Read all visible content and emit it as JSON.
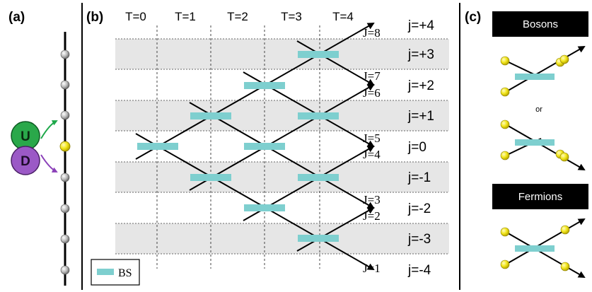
{
  "panel_labels": {
    "a": "(a)",
    "b": "(b)",
    "c": "(c)"
  },
  "time_labels": [
    "T=0",
    "T=1",
    "T=2",
    "T=3",
    "T=4"
  ],
  "j_labels": [
    "j=+4",
    "j=+3",
    "j=+2",
    "j=+1",
    "j=0",
    "j=-1",
    "j=-2",
    "j=-3",
    "j=-4"
  ],
  "output_labels": [
    "J=8",
    "J=7",
    "J=6",
    "J=5",
    "J=4",
    "J=3",
    "J=2",
    "J=1"
  ],
  "ud_labels": {
    "up": "U",
    "down": "D"
  },
  "legend": {
    "label": "BS"
  },
  "panel_c": {
    "bosons": "Bosons",
    "or": "or",
    "fermions": "Fermions"
  },
  "colors": {
    "beamsplitter": "#7ecfcf",
    "band": "#e6e6e6",
    "up_circle": "#2aa84a",
    "down_circle": "#9b59c6",
    "ball": "#f2e61c",
    "header_bg": "#000000",
    "arrow_green": "#1ea84a",
    "arrow_purple": "#8a3fb8"
  }
}
